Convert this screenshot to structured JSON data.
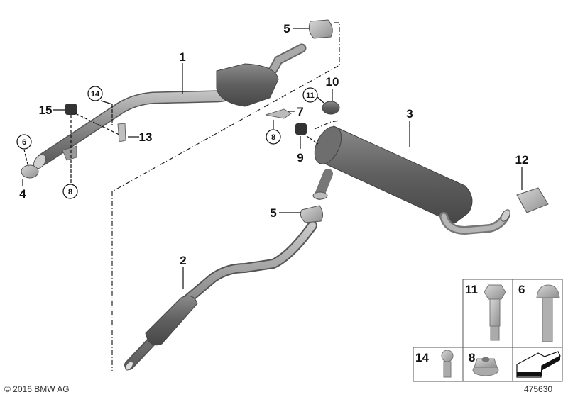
{
  "diagram": {
    "callouts": {
      "c1": "1",
      "c2": "2",
      "c3": "3",
      "c4": "4",
      "c5a": "5",
      "c5b": "5",
      "c6": "6",
      "c7": "7",
      "c8a": "8",
      "c8b": "8",
      "c9": "9",
      "c10": "10",
      "c11": "11",
      "c12": "12",
      "c13": "13",
      "c14": "14",
      "c15": "15"
    },
    "detail_box": {
      "cell_11": "11",
      "cell_6": "6",
      "cell_14": "14",
      "cell_8": "8"
    },
    "copyright": "© 2016 BMW AG",
    "diagram_number": "475630"
  }
}
